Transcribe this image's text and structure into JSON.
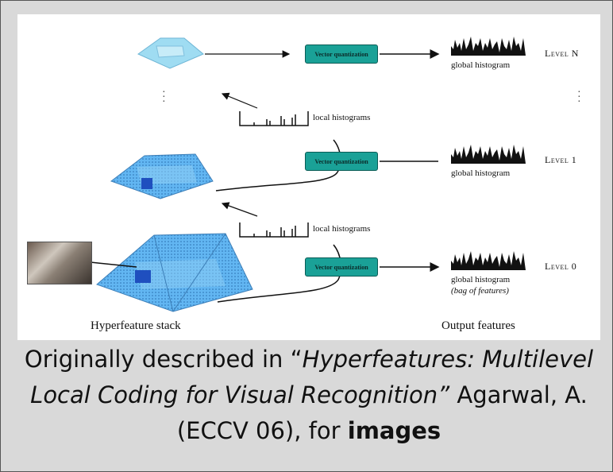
{
  "figure": {
    "vq_label": "Vector quantization",
    "local_histograms_label": "local histograms",
    "global_histogram_label": "global histogram",
    "bag_of_features_label": "(bag of features)",
    "levels": [
      "Level N",
      "Level 1",
      "Level 0"
    ],
    "hyperfeature_stack_label": "Hyperfeature stack",
    "output_features_label": "Output features"
  },
  "caption": {
    "part1": "Originally described in “",
    "title": "Hyperfeatures: Multilevel Local Coding for Visual Recog­nition”",
    "part2": " Agarwal, A. (ECCV 06), for ",
    "bold": "images"
  },
  "colors": {
    "vq_fill": "#1aa197",
    "pyramid_fill": "#5fb4f0",
    "patch_fill": "#1f4fbf"
  }
}
